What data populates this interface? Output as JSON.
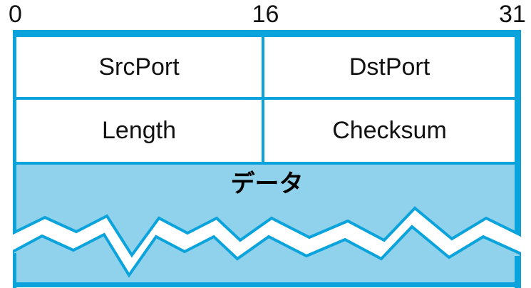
{
  "diagram": {
    "kind": "packet-header-format",
    "bits": {
      "start": "0",
      "middle": "16",
      "end": "31"
    },
    "table": {
      "rows": [
        {
          "cells": [
            {
              "label": "SrcPort"
            },
            {
              "label": "DstPort"
            }
          ]
        },
        {
          "cells": [
            {
              "label": "Length"
            },
            {
              "label": "Checksum"
            }
          ]
        }
      ]
    },
    "data_section": {
      "label": "データ"
    },
    "colors": {
      "border": "#0ba3db",
      "fill": "#90d1eb",
      "text": "#111111"
    }
  }
}
